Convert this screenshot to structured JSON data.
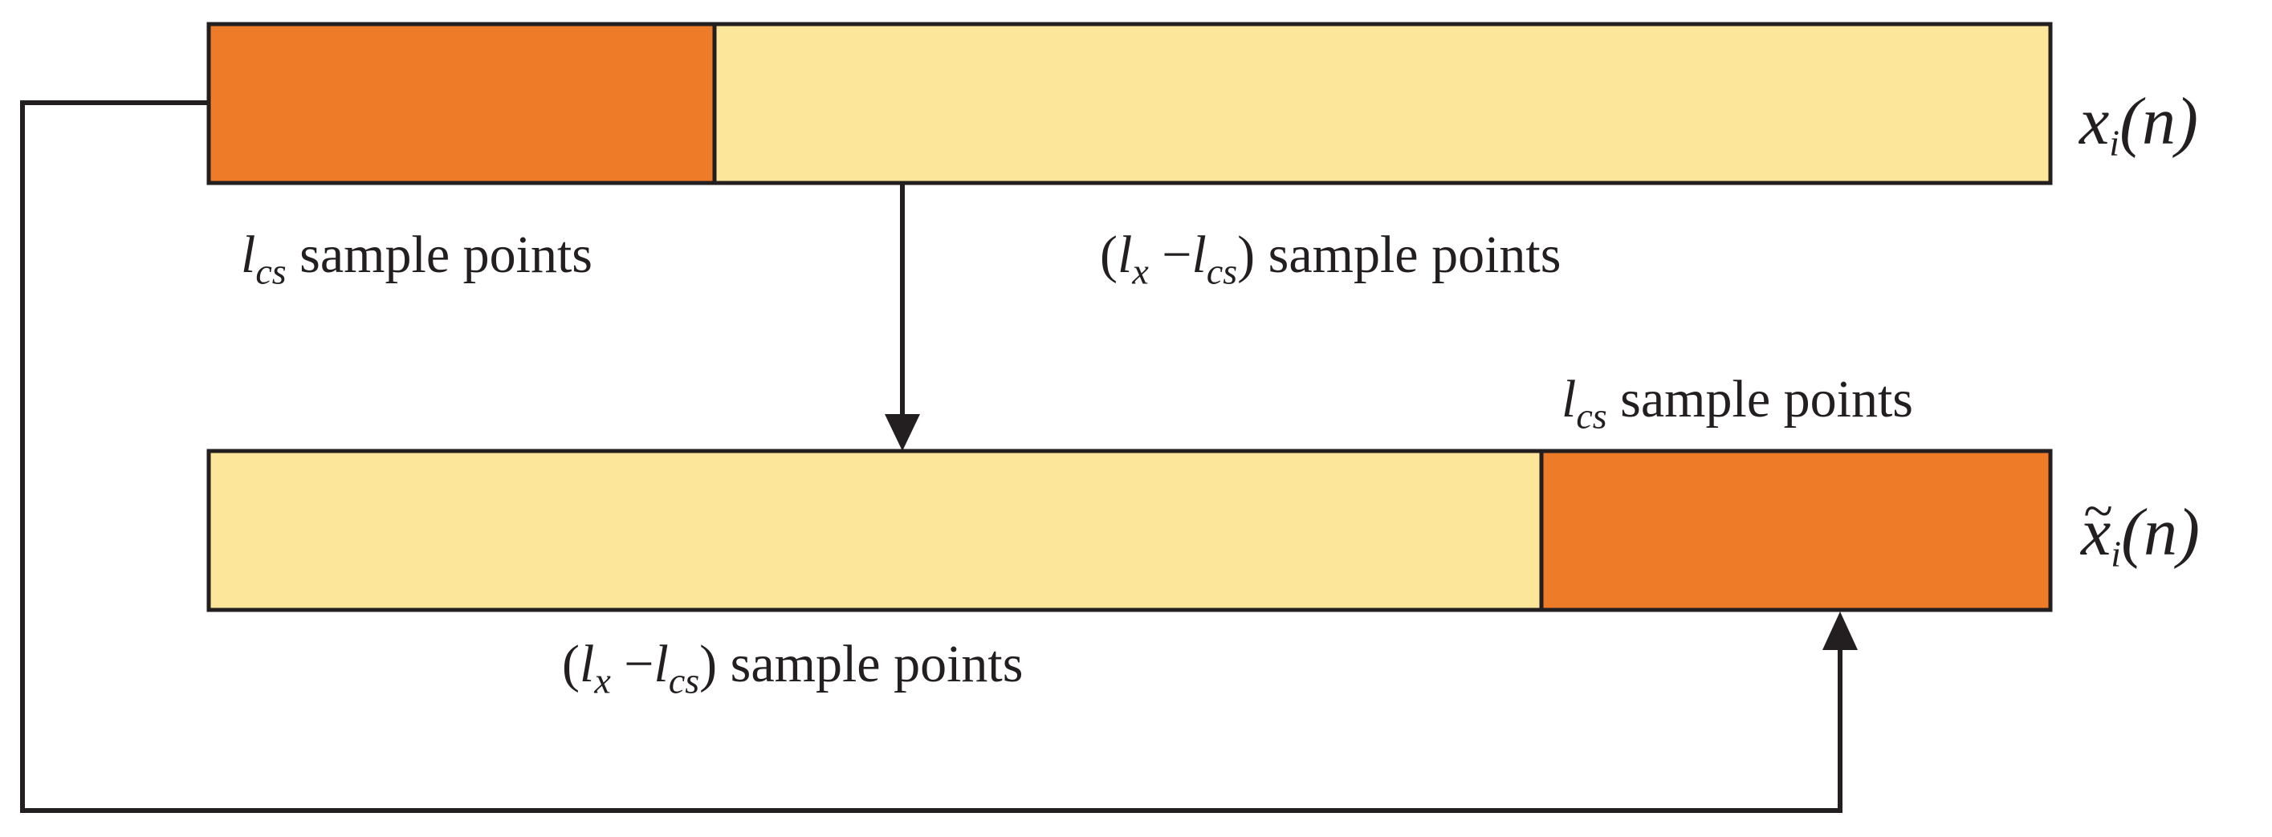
{
  "colors": {
    "dark_segment": "#ED7B27",
    "light_segment": "#FCE69A",
    "stroke": "#231F20"
  },
  "top_bar": {
    "signal": {
      "base": "x",
      "subscript": "i",
      "arg": "(n)"
    },
    "segments": [
      {
        "role": "first",
        "fraction": 0.2746,
        "color": "dark"
      },
      {
        "role": "rest",
        "fraction": 0.7254,
        "color": "light"
      }
    ],
    "label_first": {
      "var": "l",
      "sub": "cs",
      "text": "sample points"
    },
    "label_rest": {
      "open": "(",
      "var1": "l",
      "sub1": "x",
      "minus": "−",
      "var2": "l",
      "sub2": "cs",
      "close": ")",
      "text": "sample points"
    }
  },
  "bottom_bar": {
    "signal": {
      "base": "x",
      "tilde": "~",
      "subscript": "i",
      "arg": "(n)"
    },
    "segments": [
      {
        "role": "rest",
        "fraction": 0.7238,
        "color": "light"
      },
      {
        "role": "moved",
        "fraction": 0.2762,
        "color": "dark"
      }
    ],
    "label_moved": {
      "var": "l",
      "sub": "cs",
      "text": "sample points"
    },
    "label_rest": {
      "open": "(",
      "var1": "l",
      "sub1": "x",
      "minus": "−",
      "var2": "l",
      "sub2": "cs",
      "close": ")",
      "text": "sample points"
    }
  }
}
